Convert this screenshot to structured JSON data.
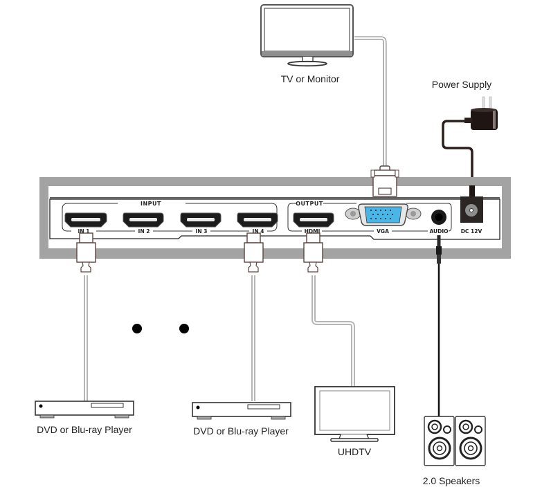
{
  "diagram": {
    "device": {
      "input_group_label": "INPUT",
      "output_group_label": "OUTPUT",
      "ports": {
        "in1": "IN 1",
        "in2": "IN 2",
        "in3": "IN 3",
        "in4": "IN 4",
        "hdmi_out": "HDMI",
        "vga_out": "VGA",
        "audio_out": "AUDIO",
        "power": "DC 12V"
      }
    },
    "devices": {
      "tv_monitor": "TV or Monitor",
      "power_supply": "Power Supply",
      "dvd_player_1": "DVD or Blu-ray Player",
      "dvd_player_2": "DVD or Blu-ray Player",
      "uhdtv": "UHDTV",
      "speakers": "2.0 Speakers"
    },
    "colors": {
      "chassis": "#a3a3a3",
      "vga_port": "#4ab6e8",
      "cable_dark": "#1a1a1a",
      "cable_light": "#bdbdbd"
    }
  }
}
